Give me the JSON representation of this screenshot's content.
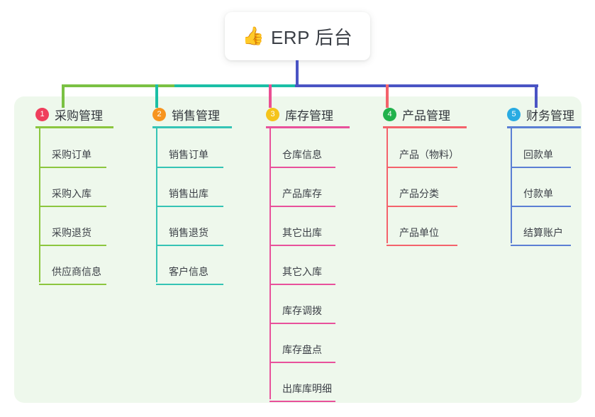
{
  "root": {
    "emoji": "👍",
    "emoji_name": "thumbs-up-icon",
    "title": "ERP 后台"
  },
  "canvas": {
    "background": "#ffffff",
    "panel_background": "#eef8ec"
  },
  "bus": {
    "segments": [
      {
        "color": "#7ac143"
      },
      {
        "color": "#1bbfa6"
      },
      {
        "color": "#4a54c4"
      }
    ]
  },
  "columns": [
    {
      "index": "1",
      "title": "采购管理",
      "badge_color": "#ef3e5c",
      "line_color": "#8cc63f",
      "connector_color": "#7ac143",
      "items": [
        {
          "label": "采购订单"
        },
        {
          "label": "采购入库"
        },
        {
          "label": "采购退货"
        },
        {
          "label": "供应商信息"
        }
      ]
    },
    {
      "index": "2",
      "title": "销售管理",
      "badge_color": "#f7941e",
      "line_color": "#35c4b5",
      "connector_color": "#1bbfa6",
      "items": [
        {
          "label": "销售订单"
        },
        {
          "label": "销售出库"
        },
        {
          "label": "销售退货"
        },
        {
          "label": "客户信息"
        }
      ]
    },
    {
      "index": "3",
      "title": "库存管理",
      "badge_color": "#f5c41b",
      "line_color": "#e8519b",
      "connector_color": "#ea4f93",
      "items": [
        {
          "label": "仓库信息"
        },
        {
          "label": "产品库存"
        },
        {
          "label": "其它出库"
        },
        {
          "label": "其它入库"
        },
        {
          "label": "库存调拨"
        },
        {
          "label": "库存盘点"
        },
        {
          "label": "出库库明细"
        }
      ]
    },
    {
      "index": "4",
      "title": "产品管理",
      "badge_color": "#22b24c",
      "line_color": "#f4626b",
      "connector_color": "#f4626b",
      "items": [
        {
          "label": "产品（物料）"
        },
        {
          "label": "产品分类"
        },
        {
          "label": "产品单位"
        }
      ]
    },
    {
      "index": "5",
      "title": "财务管理",
      "badge_color": "#29abe2",
      "line_color": "#5b7fd4",
      "connector_color": "#4a54c4",
      "items": [
        {
          "label": "回款单"
        },
        {
          "label": "付款单"
        },
        {
          "label": "结算账户"
        }
      ]
    }
  ]
}
